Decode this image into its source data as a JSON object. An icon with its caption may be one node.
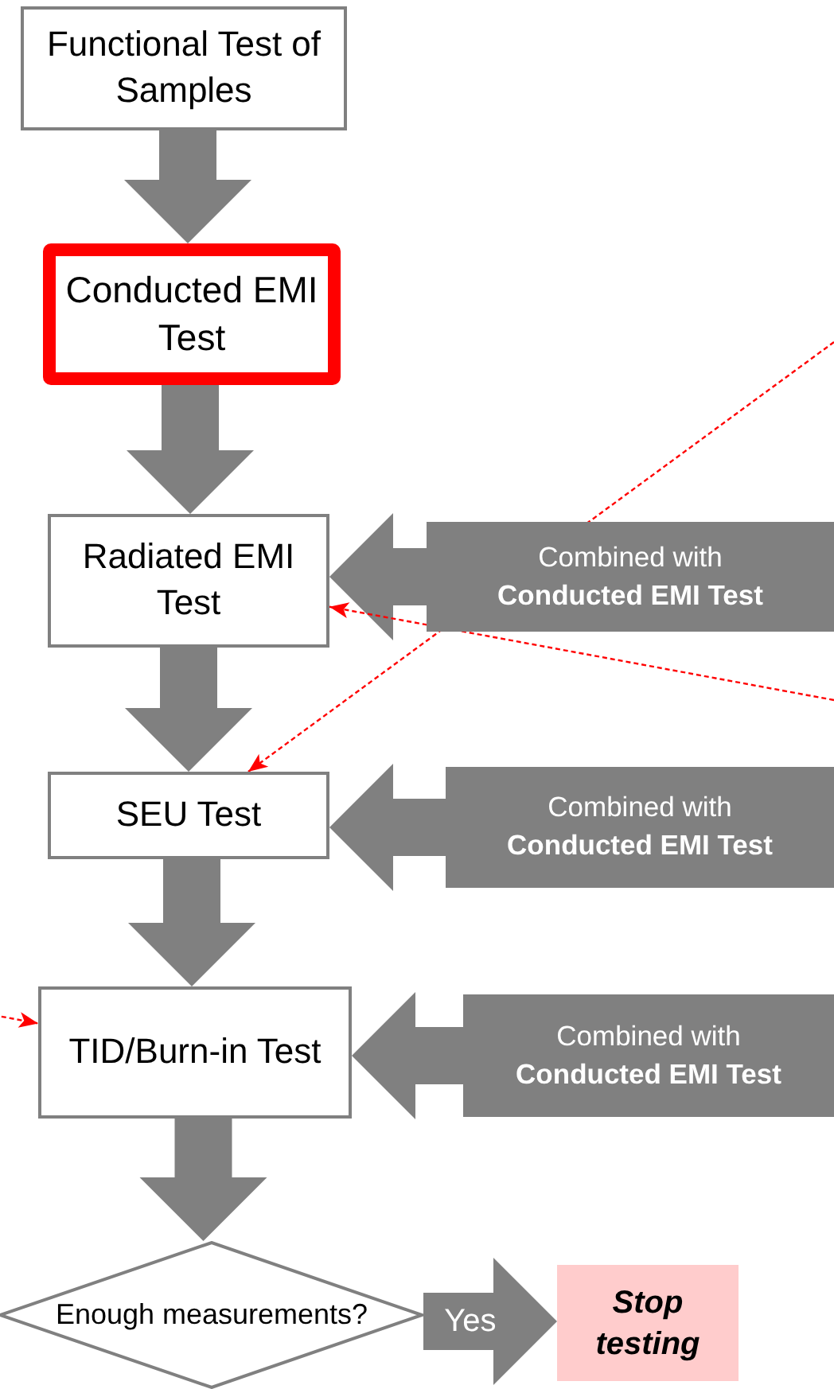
{
  "diagram": {
    "nodes": [
      {
        "text": [
          "Functional Test of Samples"
        ]
      },
      {
        "text": [
          "Conducted EMI Test"
        ]
      },
      {
        "text": [
          "Radiated EMI Test"
        ]
      },
      {
        "text": [
          "Combined with **Conducted EMI Test**"
        ]
      },
      {
        "text": [
          "SEU Test"
        ]
      },
      {
        "text": [
          "Combined with **Conducted EMI Test**"
        ]
      },
      {
        "text": [
          "TID/Burn-in Test"
        ]
      },
      {
        "text": [
          "Combined with **Conducted EMI Test**"
        ]
      },
      {
        "text": [
          "Enough measurements?"
        ]
      },
      {
        "text": [
          "Stop testing"
        ]
      }
    ],
    "edges": [
      {
        "from": 0,
        "to": 1,
        "arrow": "to"
      },
      {
        "from": 1,
        "to": 2,
        "arrow": "to"
      },
      {
        "from": 3,
        "to": 2,
        "arrow": "to"
      },
      {
        "from": 2,
        "to": 4,
        "arrow": "to"
      },
      {
        "from": 5,
        "to": 4,
        "arrow": "to"
      },
      {
        "from": 4,
        "to": 6,
        "arrow": "to"
      },
      {
        "from": 7,
        "to": 6,
        "arrow": "to"
      },
      {
        "from": 6,
        "to": 8,
        "arrow": "to"
      },
      {
        "from": 8,
        "to": 9,
        "arrow": "to",
        "label": "Yes"
      },
      {
        "from": null,
        "to": 2,
        "arrow": "to",
        "style": "dashed",
        "color": "#ff0000"
      },
      {
        "from": null,
        "to": 4,
        "arrow": "to",
        "style": "dashed",
        "color": "#ff0000"
      },
      {
        "from": null,
        "to": 6,
        "arrow": "to",
        "style": "dashed",
        "color": "#ff0000"
      }
    ]
  }
}
